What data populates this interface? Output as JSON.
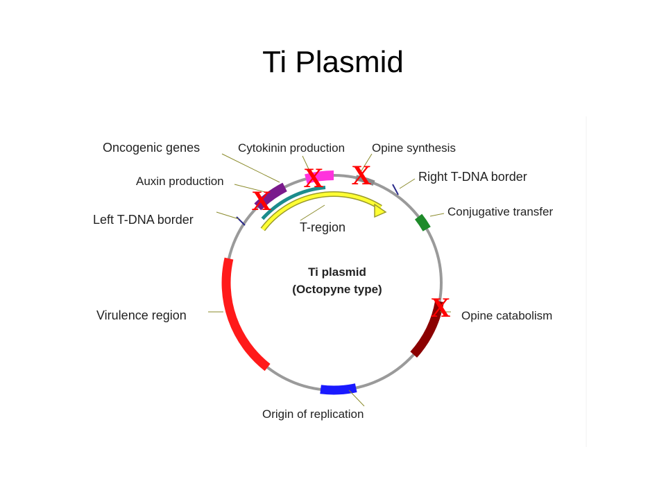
{
  "slide": {
    "title": "Ti Plasmid"
  },
  "diagram": {
    "center_title": "Ti plasmid",
    "center_subtitle": "(Octopyne type)",
    "labels": {
      "oncogenic_genes": "Oncogenic genes",
      "cytokinin_production": "Cytokinin production",
      "opine_synthesis": "Opine synthesis",
      "auxin_production": "Auxin production",
      "right_border": "Right T-DNA border",
      "left_border": "Left T-DNA border",
      "conjugative_transfer": "Conjugative transfer",
      "t_region": "T-region",
      "virulence_region": "Virulence region",
      "opine_catabolism": "Opine catabolism",
      "origin_of_replication": "Origin of replication"
    },
    "deletion_mark": "X",
    "colors": {
      "backbone": "#9a9a9a",
      "auxin": "#7a1a8c",
      "cytokinin": "#ff33dd",
      "opine_synthesis": "#8a8a8a",
      "oncogenic_arc": "#1c8c8c",
      "t_region_arrow": "#ffff33",
      "t_region_outline": "#9a9a2a",
      "conjugative_transfer": "#1e8a2a",
      "virulence": "#ff1a1a",
      "opine_catabolism": "#8b0000",
      "origin": "#1a1aff",
      "border_tick": "#2a2a8a",
      "deletion_mark": "#ff0000",
      "leader_line": "#8a8a2a"
    }
  }
}
